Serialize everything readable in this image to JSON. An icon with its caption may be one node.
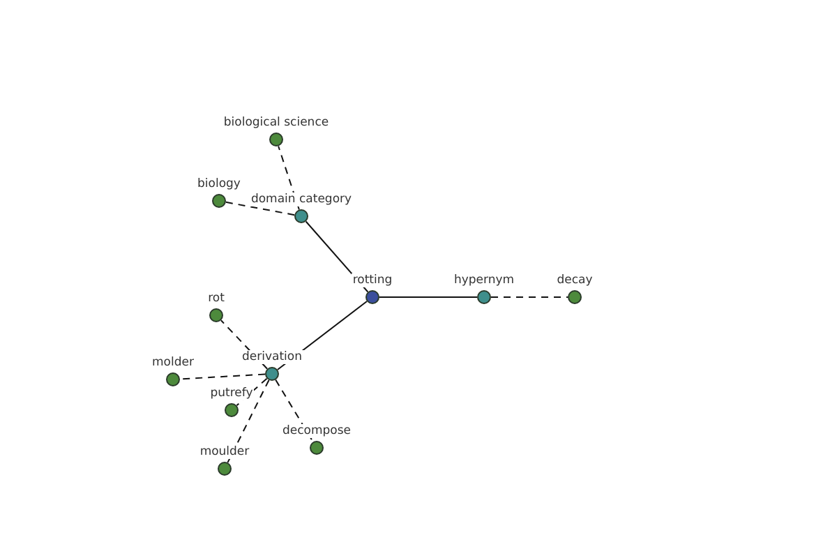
{
  "diagram": {
    "nodes": [
      {
        "text": [
          "rotting"
        ]
      },
      {
        "text": [
          "domain category"
        ]
      },
      {
        "text": [
          "hypernym"
        ]
      },
      {
        "text": [
          "derivation"
        ]
      },
      {
        "text": [
          "biological science"
        ]
      },
      {
        "text": [
          "biology"
        ]
      },
      {
        "text": [
          "decay"
        ]
      },
      {
        "text": [
          "rot"
        ]
      },
      {
        "text": [
          "molder"
        ]
      },
      {
        "text": [
          "putrefy"
        ]
      },
      {
        "text": [
          "moulder"
        ]
      },
      {
        "text": [
          "decompose"
        ]
      }
    ],
    "edges": [
      {
        "from": 0,
        "to": 1,
        "arrow": "none"
      },
      {
        "from": 0,
        "to": 2,
        "arrow": "none"
      },
      {
        "from": 0,
        "to": 3,
        "arrow": "none"
      },
      {
        "from": 1,
        "to": 4,
        "arrow": "none",
        "style": "dashed"
      },
      {
        "from": 1,
        "to": 5,
        "arrow": "none",
        "style": "dashed"
      },
      {
        "from": 2,
        "to": 6,
        "arrow": "none",
        "style": "dashed"
      },
      {
        "from": 3,
        "to": 7,
        "arrow": "none",
        "style": "dashed"
      },
      {
        "from": 3,
        "to": 8,
        "arrow": "none",
        "style": "dashed"
      },
      {
        "from": 3,
        "to": 9,
        "arrow": "none",
        "style": "dashed"
      },
      {
        "from": 3,
        "to": 10,
        "arrow": "none",
        "style": "dashed"
      },
      {
        "from": 3,
        "to": 11,
        "arrow": "none",
        "style": "dashed"
      }
    ]
  }
}
